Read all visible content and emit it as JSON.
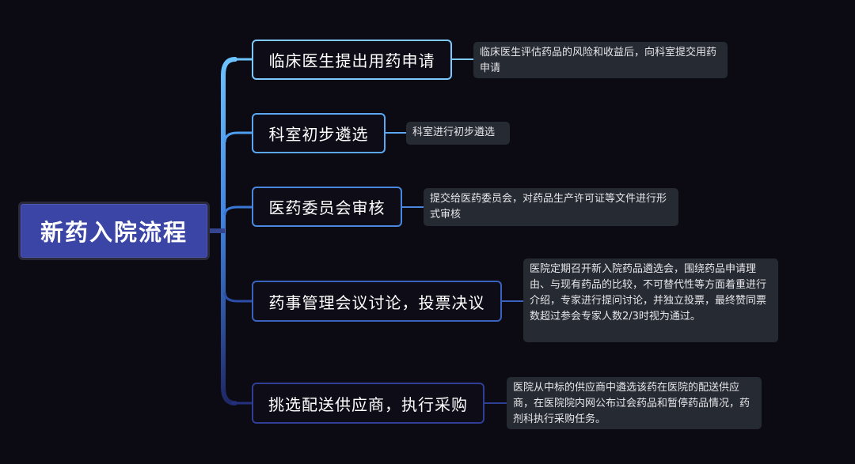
{
  "colors": {
    "background": "#0c0b13",
    "root_fill": "#3a45a6",
    "branch_gradient_top": "#6cc3ff",
    "branch_gradient_bottom": "#1f2766",
    "note_fill": "#262a33"
  },
  "root": {
    "label": "新药入院流程"
  },
  "steps": [
    {
      "label": "临床医生提出用药申请",
      "note": "临床医生评估药品的风险和收益后，向科室提交用药申请"
    },
    {
      "label": "科室初步遴选",
      "note": "科室进行初步遴选"
    },
    {
      "label": "医药委员会审核",
      "note": "提交给医药委员会，对药品生产许可证等文件进行形式审核"
    },
    {
      "label": "药事管理会议讨论，投票决议",
      "note": "医院定期召开新入院药品遴选会，围绕药品申请理由、与现有药品的比较，不可替代性等方面着重进行介绍，专家进行提问讨论，并独立投票，最终赞同票数超过参会专家人数2/3时视为通过。"
    },
    {
      "label": "挑选配送供应商，执行采购",
      "note": "医院从中标的供应商中遴选该药在医院的配送供应商，在医院院内网公布过会药品和暂停药品情况，药剂科执行采购任务。"
    }
  ]
}
